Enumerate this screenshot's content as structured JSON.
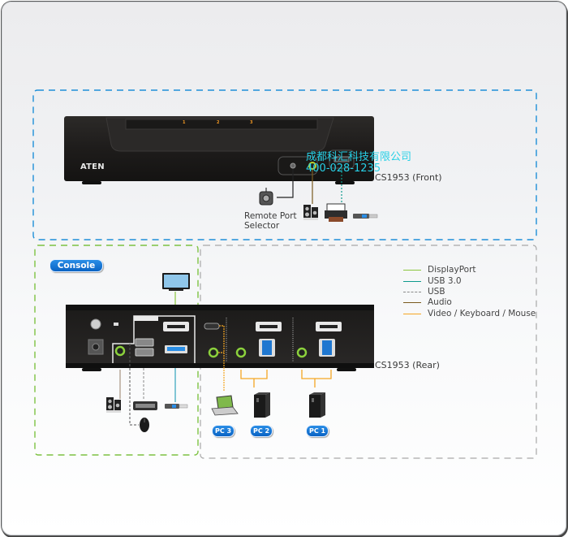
{
  "diagram": {
    "front_label": "CS1953 (Front)",
    "rear_label": "CS1953 (Rear)",
    "brand": "ATEN",
    "remote_port_label_line1": "Remote Port",
    "remote_port_label_line2": "Selector",
    "console_badge": "Console",
    "front_port_numbers": [
      "1",
      "2",
      "3"
    ],
    "pcs": [
      {
        "label": "PC 3",
        "type": "laptop"
      },
      {
        "label": "PC 2",
        "type": "tower"
      },
      {
        "label": "PC 1",
        "type": "tower"
      }
    ],
    "console_devices": [
      "monitor-icon",
      "speakers-icon",
      "keyboard-icon",
      "mouse-icon",
      "usb-flash-drive-icon"
    ],
    "front_devices": [
      "remote-port-selector-icon",
      "speakers-icon",
      "printer-icon",
      "usb-flash-drive-icon"
    ]
  },
  "legend": {
    "items": [
      {
        "label": "DisplayPort",
        "color": "#8cc63f",
        "style": "solid"
      },
      {
        "label": "USB 3.0",
        "color": "#0e9a8c",
        "style": "solid"
      },
      {
        "label": "USB",
        "color": "#8a8a8a",
        "style": "dashed"
      },
      {
        "label": "Audio",
        "color": "#7a5a1e",
        "style": "solid"
      },
      {
        "label": "Video / Keyboard / Mouse",
        "color": "#f5a623",
        "style": "solid"
      }
    ]
  },
  "watermark": {
    "line1": "成都科汇科技有限公司",
    "line2": "400-028-1235"
  },
  "colors": {
    "front_zone_border": "#1e8fd8",
    "console_zone_border": "#7dc242",
    "pc_zone_border": "#a8a8a8",
    "pill_blue": "#0a63c4"
  }
}
